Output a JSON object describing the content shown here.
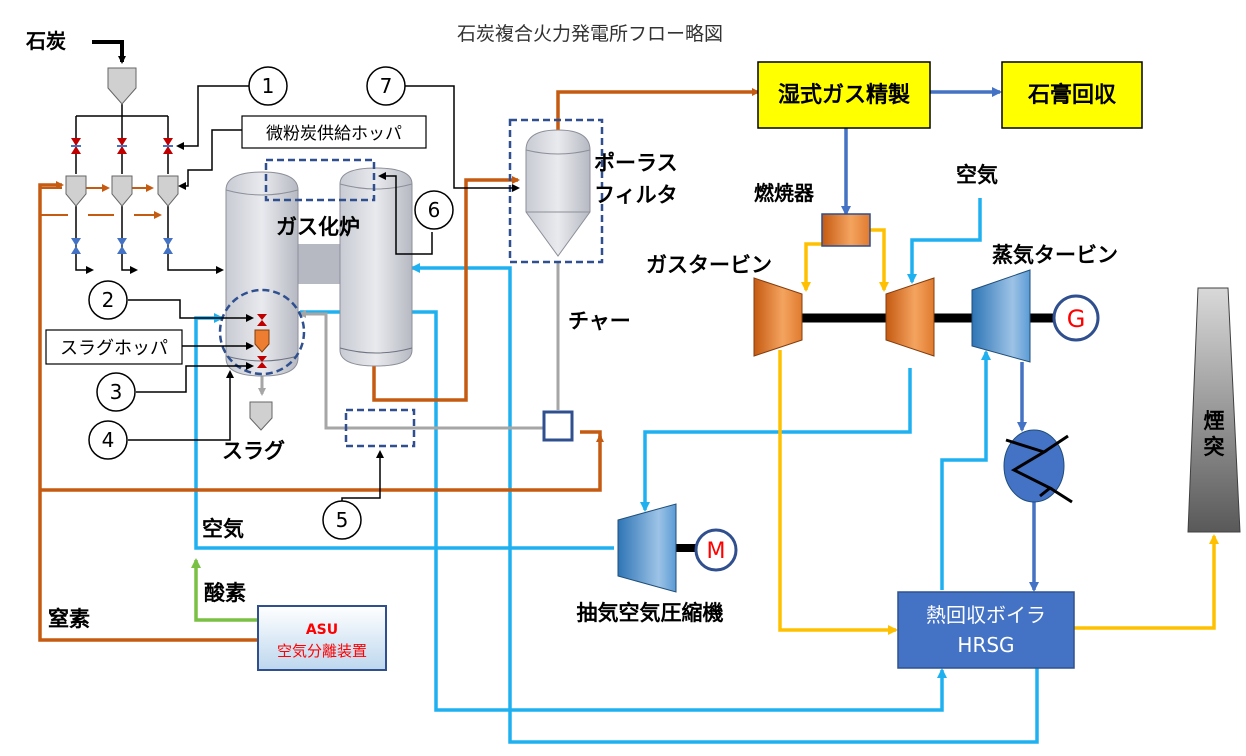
{
  "title": "石炭複合火力発電所フロー略図",
  "labels": {
    "coal": "石炭",
    "pulverized_hopper": "微粉炭供給ホッパ",
    "gasifier": "ガス化炉",
    "slag_hopper": "スラグホッパ",
    "slag": "スラグ",
    "porous_filter_1": "ポーラス",
    "porous_filter_2": "フィルタ",
    "char": "チャー",
    "combustor": "燃焼器",
    "air_top": "空気",
    "gas_turbine": "ガスタービン",
    "steam_turbine": "蒸気タービン",
    "wet_gas_cleanup": "湿式ガス精製",
    "gypsum_recovery": "石膏回収",
    "stack": "煙突",
    "air_left": "空気",
    "oxygen": "酸素",
    "nitrogen": "窒素",
    "asu_1": "ASU",
    "asu_2": "空気分離装置",
    "compressor": "抽気空気圧縮機",
    "hrsg_1": "熱回収ボイラ",
    "hrsg_2": "HRSG",
    "generator": "G",
    "motor": "M"
  },
  "markers": [
    "1",
    "2",
    "3",
    "4",
    "5",
    "6",
    "7"
  ],
  "colors": {
    "brown": "#c55a11",
    "light_blue": "#1fb0f0",
    "steel_blue": "#4472c4",
    "yellow_line": "#ffc000",
    "green": "#7ac143",
    "yellow_box": "#ffff00",
    "dashed_blue": "#2f4f8f",
    "grey_line": "#a6a6a6",
    "hrsg_fill": "#4472c4",
    "red": "#ff0000"
  }
}
